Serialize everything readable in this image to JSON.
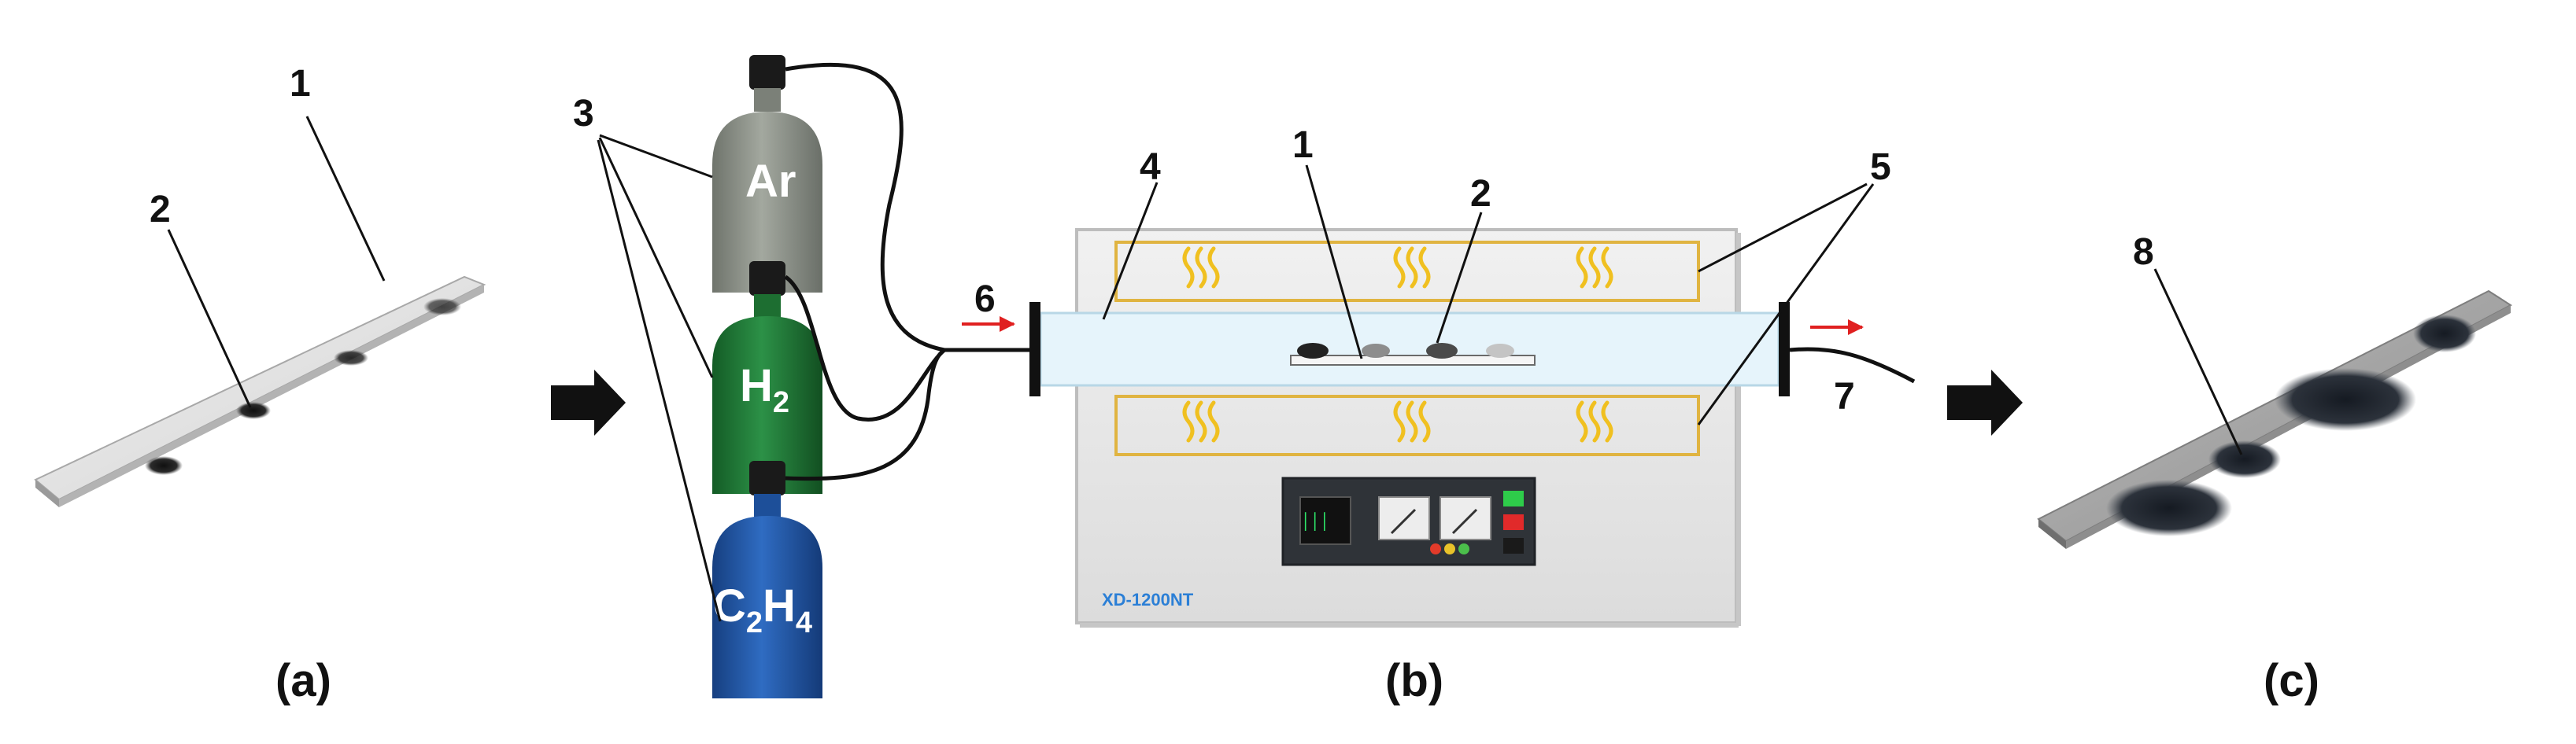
{
  "labels": {
    "substrate_a": "1",
    "catalyst_a": "2",
    "cylinders": "3",
    "tube": "4",
    "heaters": "5",
    "inlet": "6",
    "outlet": "7",
    "substrate_b": "1",
    "catalyst_b": "2",
    "product": "8"
  },
  "gases": {
    "ar": "Ar",
    "h2_main": "H",
    "h2_sub": "2",
    "c2h4_c": "C",
    "c2h4_sub1": "2",
    "c2h4_h": "H",
    "c2h4_sub2": "4"
  },
  "panels": {
    "a": "(a)",
    "b": "(b)",
    "c": "(c)"
  },
  "furnace": {
    "model": "XD-1200NT",
    "display": "▏▏▏"
  },
  "colors": {
    "argon_cylinder": "#8f948c",
    "hydrogen_cylinder": "#1f7a35",
    "ethylene_cylinder": "#1f5aa8",
    "heater_outline": "#e0b441",
    "heater_waves": "#f0c020",
    "quartz_tube": "#e6f4fb",
    "flow_arrow": "#e02020",
    "furnace_body": "#e9e9e9"
  }
}
